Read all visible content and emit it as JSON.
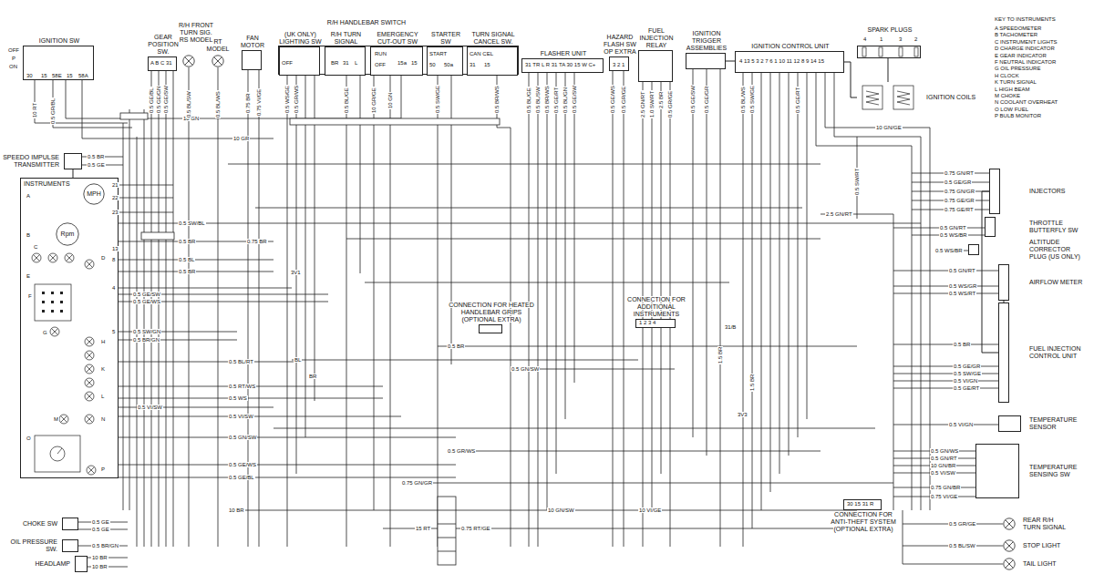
{
  "diagram": {
    "nodes": [
      {
        "text": [
          "IGNITION SW"
        ]
      },
      {
        "text": [
          "GEAR POSITION SW."
        ]
      },
      {
        "text": [
          "R/H FRONT TURN SIG. RS MODEL"
        ]
      },
      {
        "text": [
          "RT MODEL"
        ]
      },
      {
        "text": [
          "FAN MOTOR"
        ]
      },
      {
        "text": [
          "R/H HANDLEBAR SWITCH"
        ]
      },
      {
        "text": [
          "(UK ONLY) LIGHTING SW"
        ],
        "in": 5
      },
      {
        "text": [
          "R/H TURN SIGNAL"
        ],
        "in": 5
      },
      {
        "text": [
          "EMERGENCY CUT-OUT SW"
        ],
        "in": 5
      },
      {
        "text": [
          "STARTER SW"
        ],
        "in": 5
      },
      {
        "text": [
          "TURN SIGNAL CANCEL SW."
        ],
        "in": 5
      },
      {
        "text": [
          "FLASHER UNIT"
        ]
      },
      {
        "text": [
          "HAZARD FLASH SW OP EXTRA"
        ]
      },
      {
        "text": [
          "FUEL INJECTION RELAY"
        ]
      },
      {
        "text": [
          "IGNITION TRIGGER ASSEMBLIES"
        ]
      },
      {
        "text": [
          "IGNITION CONTROL UNIT"
        ]
      },
      {
        "text": [
          "SPARK PLUGS"
        ]
      },
      {
        "text": [
          "IGNITION COILS"
        ]
      },
      {
        "text": [
          "SPEEDO IMPULSE TRANSMITTER"
        ]
      },
      {
        "text": [
          "INSTRUMENTS"
        ]
      },
      {
        "text": [
          "MPH"
        ],
        "in": 19
      },
      {
        "text": [
          "Rpm"
        ],
        "in": 19
      },
      {
        "text": [
          "CONNECTION FOR HEATED HANDLEBAR GRIPS (OPTIONAL EXTRA)"
        ]
      },
      {
        "text": [
          "CONNECTION FOR ADDITIONAL INSTRUMENTS"
        ]
      },
      {
        "text": [
          "INJECTORS"
        ]
      },
      {
        "text": [
          "THROTTLE BUTTERFLY SW"
        ]
      },
      {
        "text": [
          "ALTITUDE CORRECTOR PLUG (US ONLY)"
        ]
      },
      {
        "text": [
          "AIRFLOW METER"
        ]
      },
      {
        "text": [
          "FUEL INJECTION CONTROL UNIT"
        ]
      },
      {
        "text": [
          "TEMPERATURE SENSOR"
        ]
      },
      {
        "text": [
          "TEMPERATURE SENSING SW"
        ]
      },
      {
        "text": [
          "CHOKE SW"
        ]
      },
      {
        "text": [
          "OIL PRESSURE SW."
        ]
      },
      {
        "text": [
          "HEADLAMP"
        ]
      },
      {
        "text": [
          "CONNECTION FOR ANTI-THEFT SYSTEM (OPTIONAL EXTRA)"
        ]
      },
      {
        "text": [
          "REAR R/H TURN SIGNAL"
        ]
      },
      {
        "text": [
          "STOP LIGHT"
        ]
      },
      {
        "text": [
          "TAIL LIGHT"
        ]
      }
    ],
    "edges": [
      {
        "from": 14,
        "to": 15,
        "arrow": "none"
      },
      {
        "from": 15,
        "to": 17,
        "arrow": "none"
      },
      {
        "from": 17,
        "to": 16,
        "arrow": "none"
      },
      {
        "from": 27,
        "to": 28,
        "arrow": "none"
      },
      {
        "from": 28,
        "to": 24,
        "arrow": "none"
      },
      {
        "from": 18,
        "to": 19,
        "arrow": "none"
      }
    ],
    "labels": [
      "OFF",
      "P",
      "ON",
      "30",
      "15",
      "58E",
      "15",
      "58A",
      "A B C 31",
      "OFF",
      "BR",
      "31",
      "L",
      "RUN",
      "OFF",
      "15a",
      "15",
      "START",
      "50",
      "50a",
      "CAN CEL",
      "31",
      "15",
      "31 TR L R 31 TA 30 15 W C+",
      "3 2 1",
      "4 13 5 3 2 7 6 1 10 11 12 8 9 14 15",
      "4",
      "1",
      "3",
      "2",
      "KEY TO INSTRUMENTS",
      "A SPEEDOMETER",
      "B TACHOMETER",
      "C INSTRUMENT LIGHTS",
      "D CHARGE INDICATOR",
      "E GEAR INDICATOR",
      "F NEUTRAL INDICATOR",
      "G OIL PRESSURE",
      "H CLOCK",
      "K TURN SIGNAL",
      "L HIGH BEAM",
      "M CHOKE",
      "N COOLANT OVERHEAT",
      "O LOW FUEL",
      "P BULB MONITOR",
      "0.5 BR",
      "0.5 GE",
      "21",
      "22",
      "23",
      "13",
      "8",
      "4",
      "5",
      "A",
      "B",
      "C",
      "D",
      "E",
      "F",
      "G",
      "H",
      "K",
      "L",
      "M",
      "N",
      "O",
      "P",
      "0.5 SW/BL",
      "0.5 BR",
      "0.5 BL",
      "0.5 BR",
      "0.5 GE/SW",
      "0.5 GE/WS",
      "0.5 SW/GN",
      "0.5 BR/GN",
      "0.5 BL/RT",
      "0.5 RT/WS",
      "0.5 WS",
      "0.5 VI/SW",
      "0.5 VI/SW",
      "0.5 GN/SW",
      "0.5 GE/WS",
      "0.5 GE/BL",
      "10 GN",
      "10 GR",
      "0.75 BR",
      "10 RT",
      "0.5 GR/BL",
      "0.5 GE/BL",
      "0.5 GE/GN",
      "0.5 GE/SW",
      "0.5 BL/SW",
      "0.5 BL/WS",
      "0.75 BR",
      "0.75 VI/GE",
      "0.5 WS/GE",
      "0.5 GR/WS",
      "0.5 BL/GE",
      "10 GR/GE",
      "10 GN",
      "0.5 SW/GE",
      "0.5 BR/WS",
      "0.5 BL/GE",
      "0.5 BL/SW",
      "0.5 BR/WS",
      "0.5 GE/RT",
      "0.5 BL/GN",
      "0.5 GE/SW",
      "0.5 GE/WS",
      "0.5 GR/GE",
      "2.5 GN/RT",
      "1.0 SW/RT",
      "2.5 BR",
      "0.5 GR/GE",
      "0.5 GE/SW",
      "0.5 GE/GR",
      "0.5 BL/WS",
      "0.5 SW/GE",
      "0.5 GE/RT",
      "0.5 SW/RT",
      "1.5 BR",
      "1.5 BR",
      "10 GN/GE",
      "2.5 GN/RT",
      "0.75 GN/RT",
      "0.5 GE/GR",
      "0.75 GN/GR",
      "0.75 GE/GR",
      "0.75 GE/RT",
      "0.5 GN/RT",
      "0.5 WS/BR",
      "0.5 WS/BR",
      "0.5 GN/RT",
      "0.5 WS/GR",
      "0.5 WS/RT",
      "0.5 BR",
      "0.5 GE/GR",
      "0.5 SW/GE",
      "0.5 VI/GN",
      "0.5 GE/RT",
      "0.5 VI/GN",
      "0.5 GN/WS",
      "0.5 GN/RT",
      "10 GN/BR",
      "0.5 VI/SW",
      "0.75 GN/BR",
      "0.75 VI/GE",
      "0.5 GR/GE",
      "0.5 BL/SW",
      "30 15 31 R",
      "1 2 3 4",
      "3V1",
      "3V3",
      "31/B",
      "BL",
      "BR",
      "0.5 GR/WS",
      "0.5 GN/SW",
      "0.5 BR",
      "15 RT",
      "0.75 RT/GE",
      "10 BR",
      "0.5 GE",
      "0.5 GE",
      "0.5 BR/GN",
      "10 BR",
      "10 BR",
      "0.75 GN/GR",
      "10 GN/SW",
      "10 VI/GE"
    ]
  }
}
